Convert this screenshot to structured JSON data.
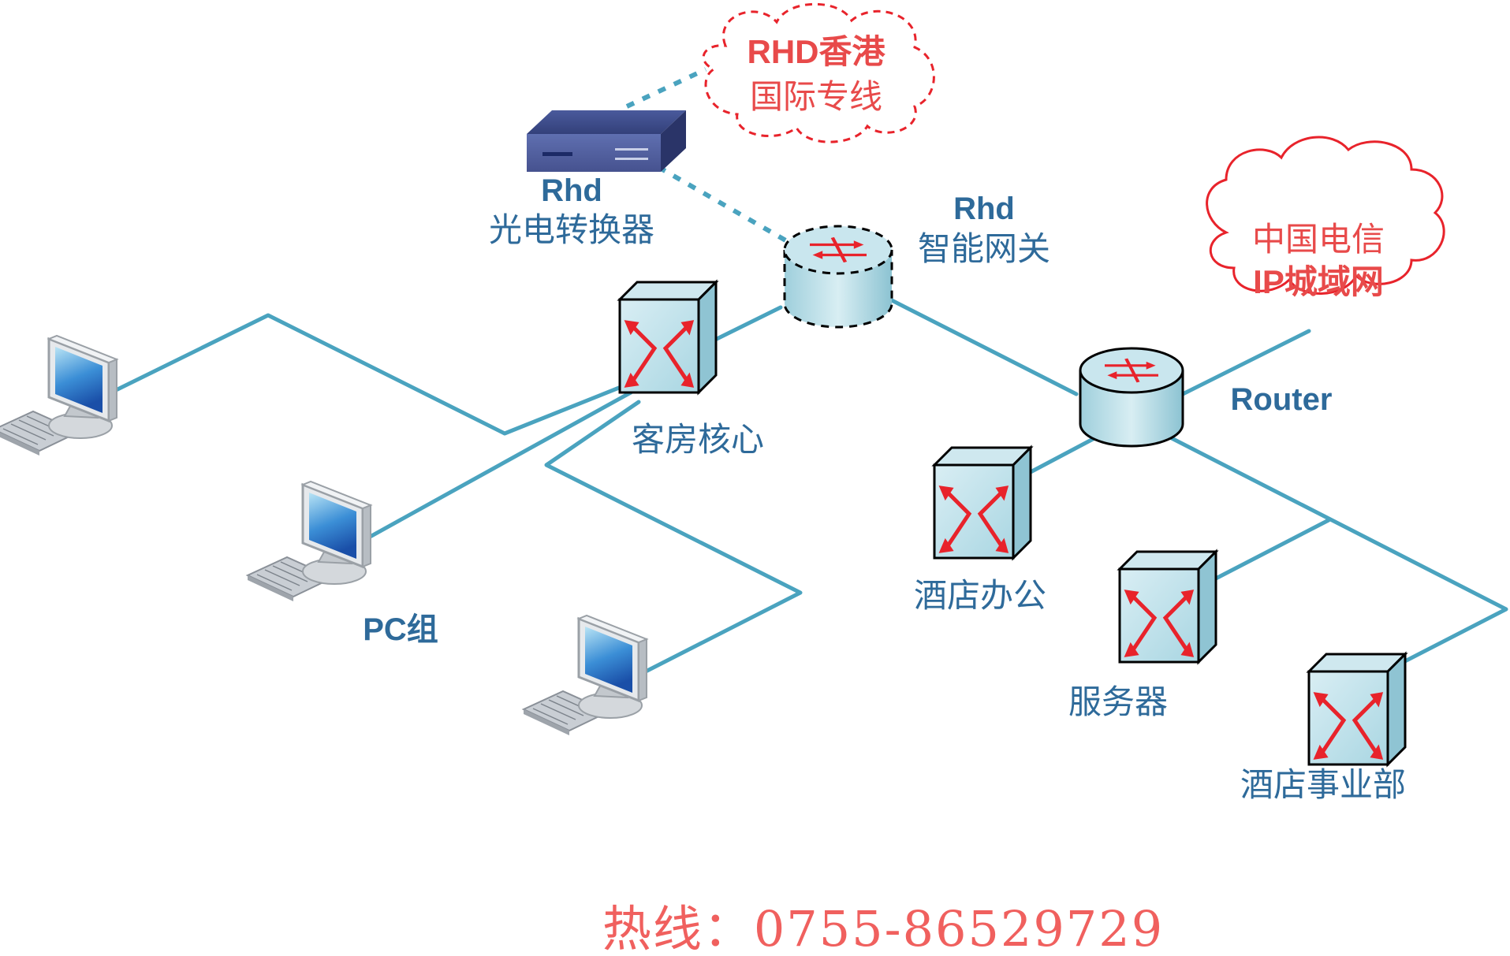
{
  "converter": {
    "name": "Rhd",
    "label": "光电转换器"
  },
  "cloud_hk": {
    "line1": "RHD香港",
    "line2": "国际专线"
  },
  "gateway": {
    "name": "Rhd",
    "label": "智能网关"
  },
  "cloud_telecom": {
    "line1": "中国电信",
    "line2": "IP城域网"
  },
  "router": {
    "label": "Router"
  },
  "switches": {
    "room_core": "客房核心",
    "office": "酒店办公",
    "server": "服务器",
    "business": "酒店事业部"
  },
  "pc_group": {
    "label": "PC组"
  },
  "hotline": {
    "text": "热线：0755-86529729"
  },
  "colors": {
    "link": "#4aa3bf",
    "label": "#2e6a9a",
    "accent": "#e84a4a"
  }
}
